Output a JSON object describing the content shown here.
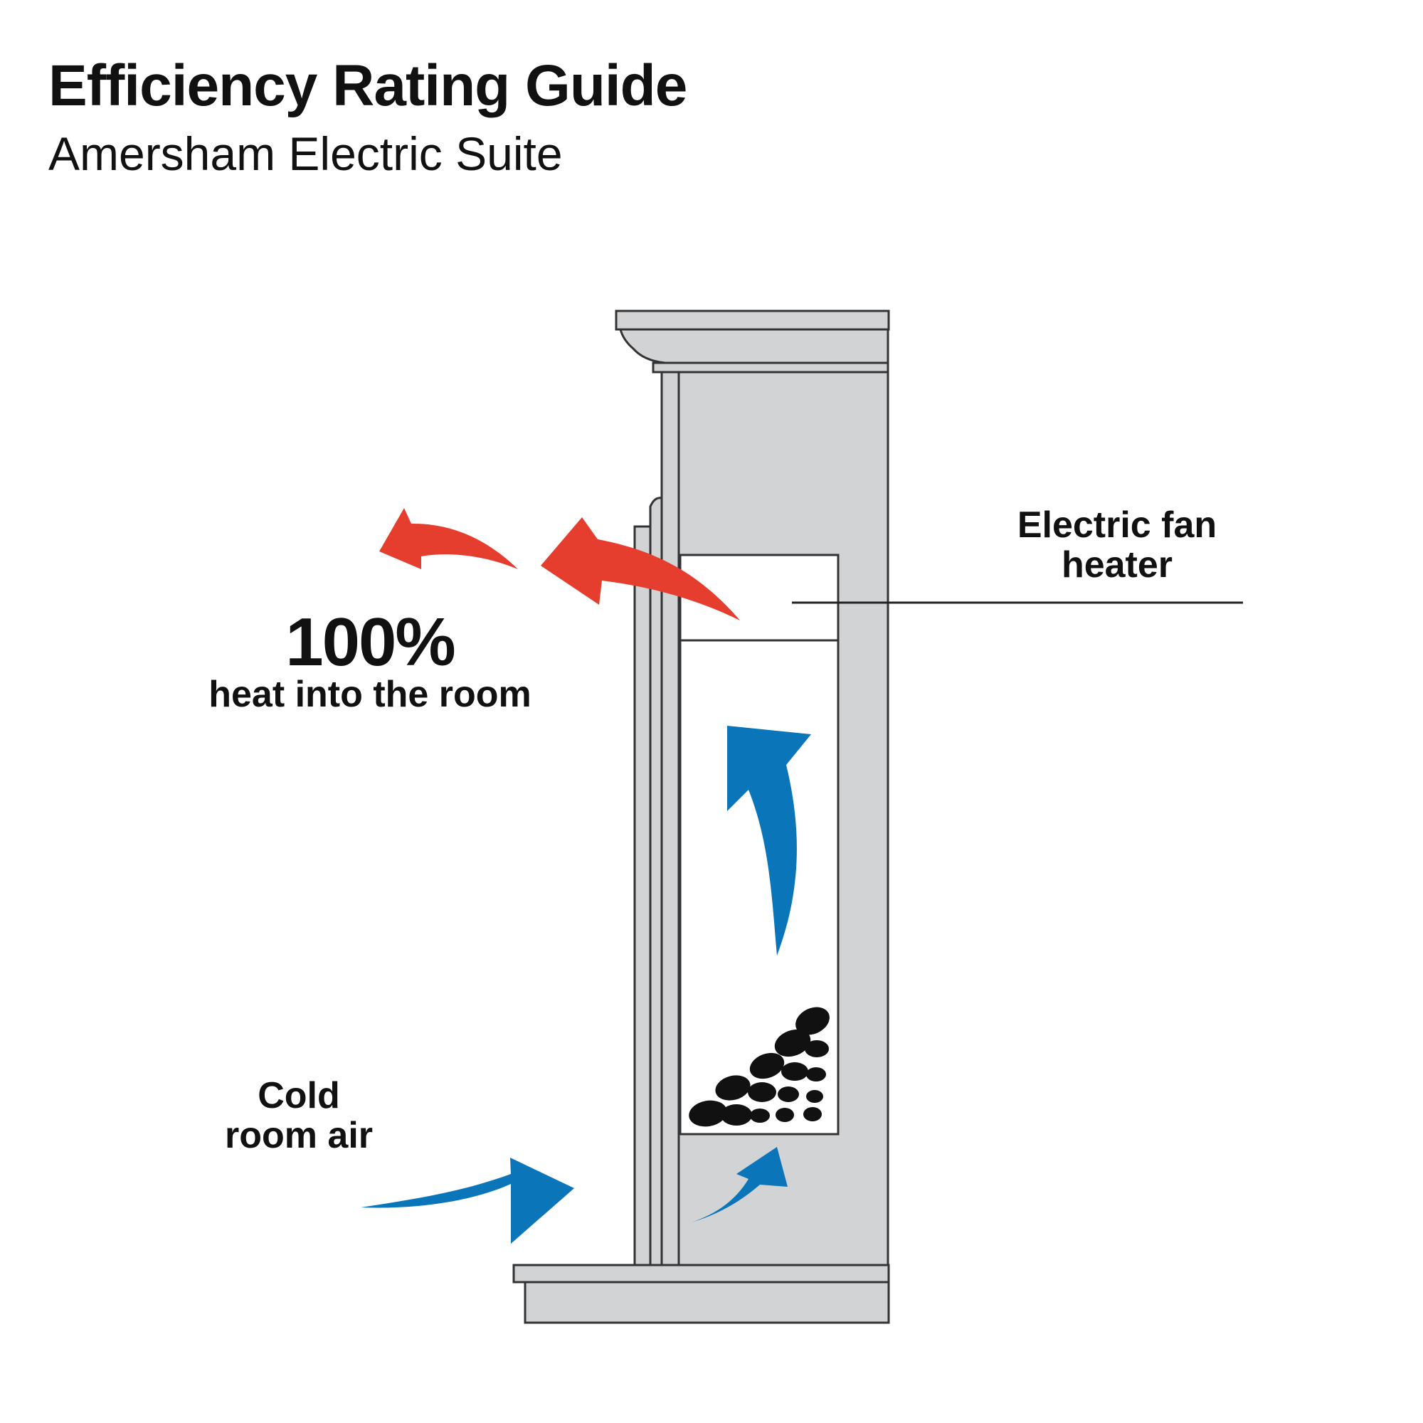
{
  "header": {
    "title": "Efficiency Rating Guide",
    "subtitle": "Amersham Electric Suite"
  },
  "labels": {
    "heater_line1": "Electric fan",
    "heater_line2": "heater",
    "efficiency_value": "100%",
    "efficiency_caption": "heat into the room",
    "cold_line1": "Cold",
    "cold_line2": "room air"
  },
  "colors": {
    "warm_air": "#e53e2e",
    "cool_air": "#0a75b8",
    "surround": "#d1d3d5",
    "outline": "#333333",
    "coal": "#111111"
  }
}
